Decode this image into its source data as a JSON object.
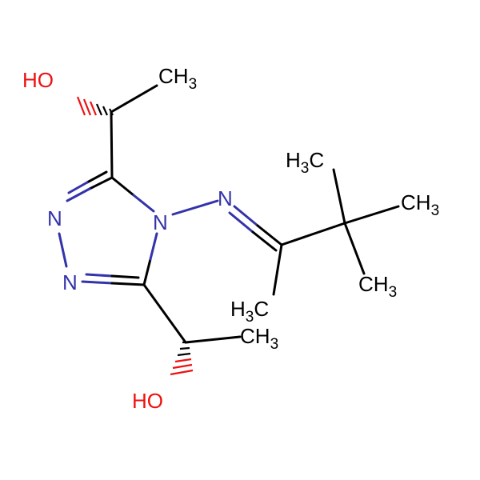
{
  "molecule": {
    "labels": {
      "oh_top": "HO",
      "ch3_top": "CH",
      "ch3_top_sub": "3",
      "n_imine": "N",
      "n_ring_n1": "N",
      "n_ring_n2": "N",
      "n_ring_n4": "N",
      "h3c_tbu_left": "H",
      "h3c_tbu_left_sub": "3",
      "h3c_tbu_left_c": "C",
      "ch3_tbu_right": "CH",
      "ch3_tbu_right_sub": "3",
      "ch3_tbu_bottom": "CH",
      "ch3_tbu_bottom_sub": "3",
      "h3c_imine_methyl": "H",
      "h3c_imine_methyl_sub": "3",
      "h3c_imine_methyl_c": "C",
      "ch3_bottom": "CH",
      "ch3_bottom_sub": "3",
      "oh_bottom": "HO"
    },
    "colors": {
      "bond": "#000000",
      "nitrogen": "#3333aa",
      "oxygen": "#ee1111",
      "carbon_label": "#000000"
    }
  }
}
